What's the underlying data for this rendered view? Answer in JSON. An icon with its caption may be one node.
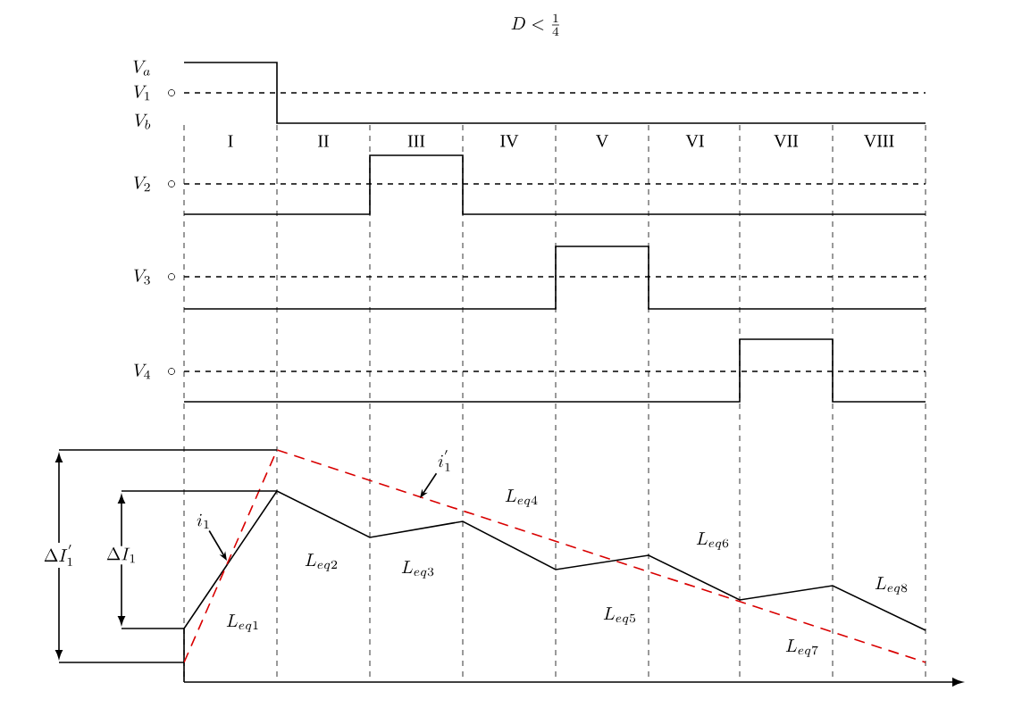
{
  "diagram": {
    "nodes": [
      {
        "text": [
          "i_1"
        ]
      },
      {
        "text": [
          "i_1^{'}"
        ]
      }
    ],
    "edges": [
      {
        "from": 0,
        "to": null,
        "arrow": "to"
      },
      {
        "from": 1,
        "to": null,
        "arrow": "to"
      }
    ],
    "labels": [
      "D<\\frac{1}{4}",
      "V_a",
      "V_1",
      "V_b",
      "I",
      "II",
      "III",
      "IV",
      "V",
      "VI",
      "VII",
      "VIII",
      "V_2",
      "V_3",
      "V_4",
      "L_{eq4}",
      "\\Delta I_1^{'}",
      "\\Delta I_1",
      "L_{eq2}",
      "L_{eq3}",
      "L_{eq6}",
      "L_{eq8}",
      "L_{eq1}",
      "L_{eq5}",
      "L_{eq7}"
    ]
  }
}
